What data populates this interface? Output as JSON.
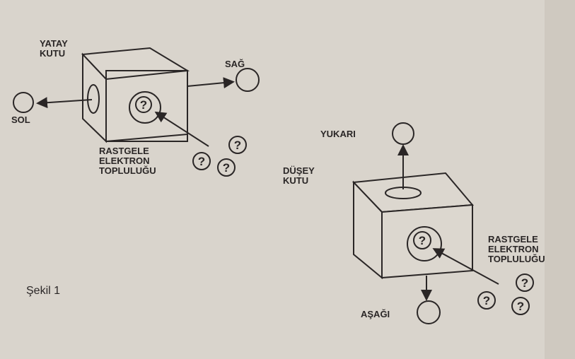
{
  "horizontal_box": {
    "title_line1": "YATAY",
    "title_line2": "KUTU",
    "right_label": "SAĞ",
    "left_label": "SOL",
    "ensemble_line1": "RASTGELE",
    "ensemble_line2": "ELEKTRON",
    "ensemble_line3": "TOPLULUĞU",
    "question_mark": "?"
  },
  "vertical_box": {
    "title_line1": "DÜŞEY",
    "title_line2": "KUTU",
    "up_label": "YUKARI",
    "down_label": "AŞAĞI",
    "ensemble_line1": "RASTGELE",
    "ensemble_line2": "ELEKTRON",
    "ensemble_line3": "TOPLULUĞU",
    "question_mark": "?"
  },
  "caption": "Şekil 1"
}
